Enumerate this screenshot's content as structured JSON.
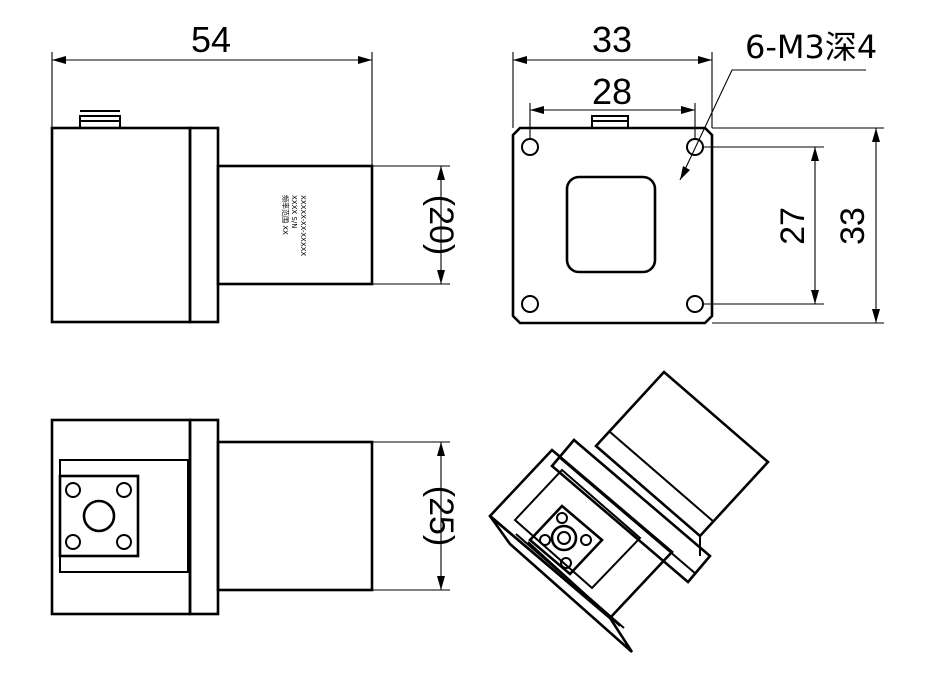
{
  "dimensions": {
    "side_length": "54",
    "side_height": "(20)",
    "front_width": "33",
    "front_inner_width": "28",
    "front_hole_pitch": "27",
    "front_height": "33",
    "hole_callout": "6-M3深4",
    "bottom_height": "(25)"
  },
  "nameplate": {
    "line1": "XXXXX-XX-XXXXX",
    "line2": "XXXX  S/N",
    "line3": "频率范围 XX"
  },
  "colors": {
    "line": "#000000",
    "background": "#ffffff"
  }
}
